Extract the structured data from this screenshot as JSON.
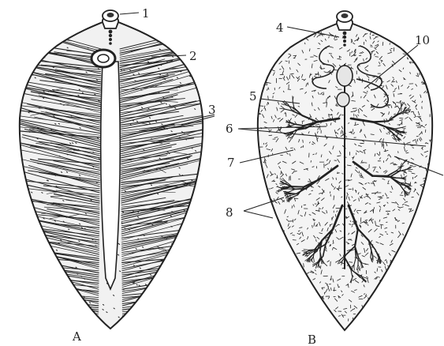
{
  "figure": {
    "panels": [
      {
        "caption": "A"
      },
      {
        "caption": "B"
      }
    ],
    "labels": [
      "1",
      "2",
      "3",
      "4",
      "5",
      "6",
      "7",
      "8",
      "10"
    ]
  },
  "colors": {
    "ink": "#222222",
    "paper": "#ffffff",
    "fill": "#f1f1f1"
  }
}
